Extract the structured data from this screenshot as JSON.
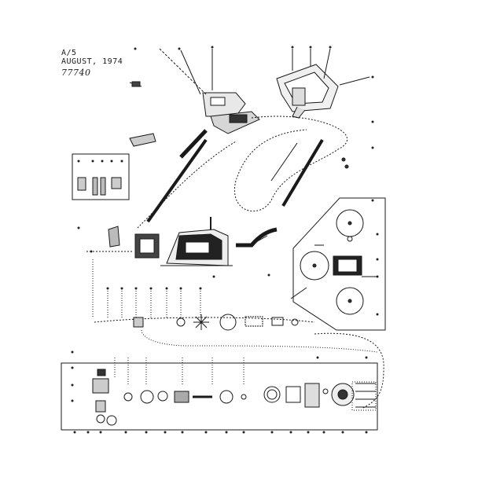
{
  "header": {
    "line1": "A/5",
    "line2": "AUGUST, 1974",
    "line3": "77740"
  },
  "colors": {
    "ink": "#1a1a1a",
    "paper": "#ffffff"
  }
}
